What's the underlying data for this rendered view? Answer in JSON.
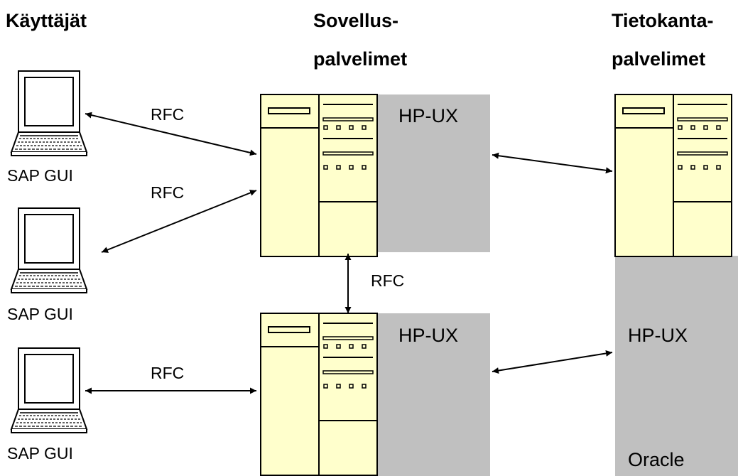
{
  "headers": {
    "users": "Käyttäjät",
    "app_servers_line1": "Sovellus-",
    "app_servers_line2": "palvelimet",
    "db_servers_line1": "Tietokanta-",
    "db_servers_line2": "palvelimet"
  },
  "clients": [
    {
      "label": "SAP GUI"
    },
    {
      "label": "SAP GUI"
    },
    {
      "label": "SAP GUI"
    }
  ],
  "connections": {
    "client1_to_app1": "RFC",
    "client2_to_app1": "RFC",
    "client3_to_app2": "RFC",
    "app1_to_app2": "RFC"
  },
  "servers": {
    "app1_os": "HP-UX",
    "app2_os": "HP-UX",
    "db_os": "HP-UX",
    "db_software": "Oracle"
  },
  "colors": {
    "server_fill": "#ffffcc",
    "os_background": "#c0c0c0",
    "stroke": "#000000",
    "monitor_screen": "#ffffff"
  }
}
